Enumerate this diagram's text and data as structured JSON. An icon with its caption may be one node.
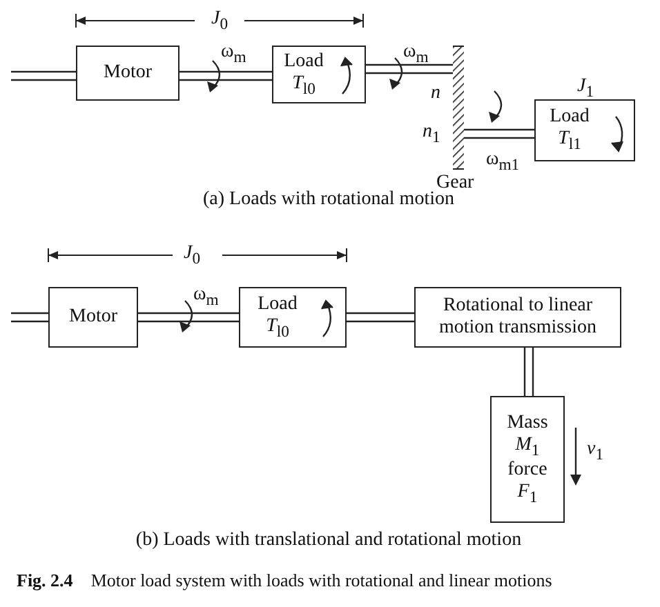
{
  "diagram": {
    "caption": "**Fig. 2.4**    Motor load system with loads with rotational and linear motions",
    "nodes": [
      {
        "text": [
          "Motor"
        ]
      },
      {
        "text": [
          "Load",
          "*T*$_{l0}$"
        ]
      },
      {
        "text": [
          "Gear"
        ],
        "beside": [
          "*n*",
          "*n*$_{1}$"
        ]
      },
      {
        "text": [
          "Load",
          "*T*$_{l1}$"
        ],
        "beside": [
          "*J*$_{1}$"
        ]
      },
      {
        "text": [
          "Motor"
        ]
      },
      {
        "text": [
          "Load",
          "*T*$_{l0}$"
        ]
      },
      {
        "text": [
          "Rotational to linear motion transmission"
        ]
      },
      {
        "text": [
          "Mass",
          "*M*$_{1}$",
          "force",
          "*F*$_{1}$"
        ]
      }
    ],
    "edges": [
      {
        "from": null,
        "to": 0,
        "arrow": "none"
      },
      {
        "from": 0,
        "to": 1,
        "arrow": "none",
        "label": "ω$_{m}$"
      },
      {
        "from": 1,
        "to": 2,
        "arrow": "none",
        "label": "ω$_{m}$"
      },
      {
        "from": 2,
        "to": 3,
        "arrow": "none",
        "label": "ω$_{m1}$"
      },
      {
        "from": null,
        "to": 4,
        "arrow": "none"
      },
      {
        "from": 4,
        "to": 5,
        "arrow": "none",
        "label": "ω$_{m}$"
      },
      {
        "from": 5,
        "to": 6,
        "arrow": "none"
      },
      {
        "from": 6,
        "to": 7,
        "arrow": "none"
      }
    ],
    "labels": [
      "*J*$_{0}$",
      "(a) Loads with rotational motion",
      "*J*$_{0}$",
      "*v*$_{1}$",
      "(b) Loads with translational and rotational motion"
    ]
  }
}
